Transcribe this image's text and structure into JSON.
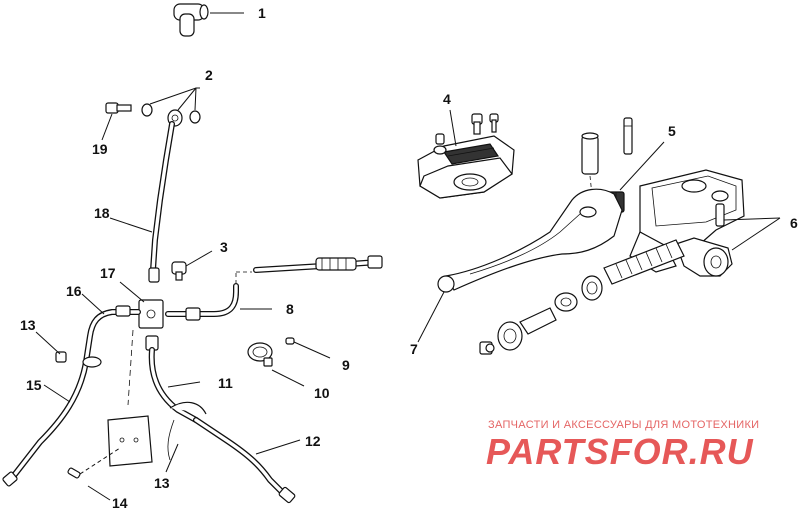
{
  "callouts": {
    "c1": "1",
    "c2": "2",
    "c3": "3",
    "c4": "4",
    "c5": "5",
    "c6": "6",
    "c7": "7",
    "c8": "8",
    "c9": "9",
    "c10": "10",
    "c11": "11",
    "c12": "12",
    "c13a": "13",
    "c13b": "13",
    "c14": "14",
    "c15": "15",
    "c16": "16",
    "c17": "17",
    "c18": "18",
    "c19": "19"
  },
  "watermark": {
    "tagline": "ЗАПЧАСТИ И АКСЕССУАРЫ ДЛЯ МОТОТЕХНИКИ",
    "brand": "PARTSFOR.RU"
  },
  "colors": {
    "ink": "#111111",
    "watermark": "#e23b3b"
  }
}
